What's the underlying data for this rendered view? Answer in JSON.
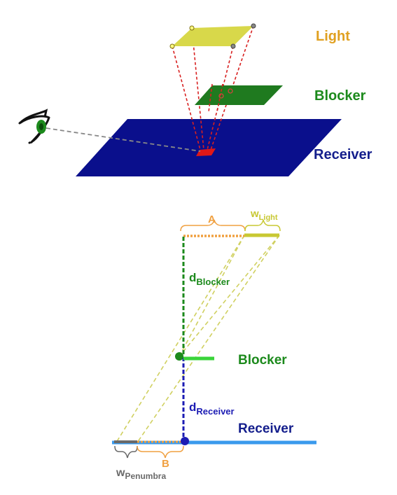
{
  "top_diagram": {
    "labels": {
      "light": "Light",
      "blocker": "Blocker",
      "receiver": "Receiver"
    }
  },
  "bottom_diagram": {
    "labels": {
      "a": "A",
      "w": "w",
      "light_sub": "Light",
      "d_blocker": "d",
      "d_blocker_sub": "Blocker",
      "blocker": "Blocker",
      "d_receiver": "d",
      "d_receiver_sub": "Receiver",
      "receiver": "Receiver",
      "b": "B",
      "w_penumbra": "w",
      "w_penumbra_sub": "Penumbra"
    }
  },
  "colors": {
    "light_plane": "#d8d84a",
    "blocker_plane": "#1f7a1f",
    "receiver_plane": "#0a0f8c",
    "light_label": "#e0a020",
    "blocker_label": "#1c8a1c",
    "receiver_label": "#141e8c",
    "orange": "#f0a040",
    "olive": "#c8c832",
    "green_line": "#3ad43a",
    "blue_line": "#3a9aec",
    "dark_blue": "#1c1cb4",
    "penumbra_gray": "#6a6a6a",
    "red_rays": "#d82020"
  },
  "icons": [
    "eye-icon"
  ]
}
